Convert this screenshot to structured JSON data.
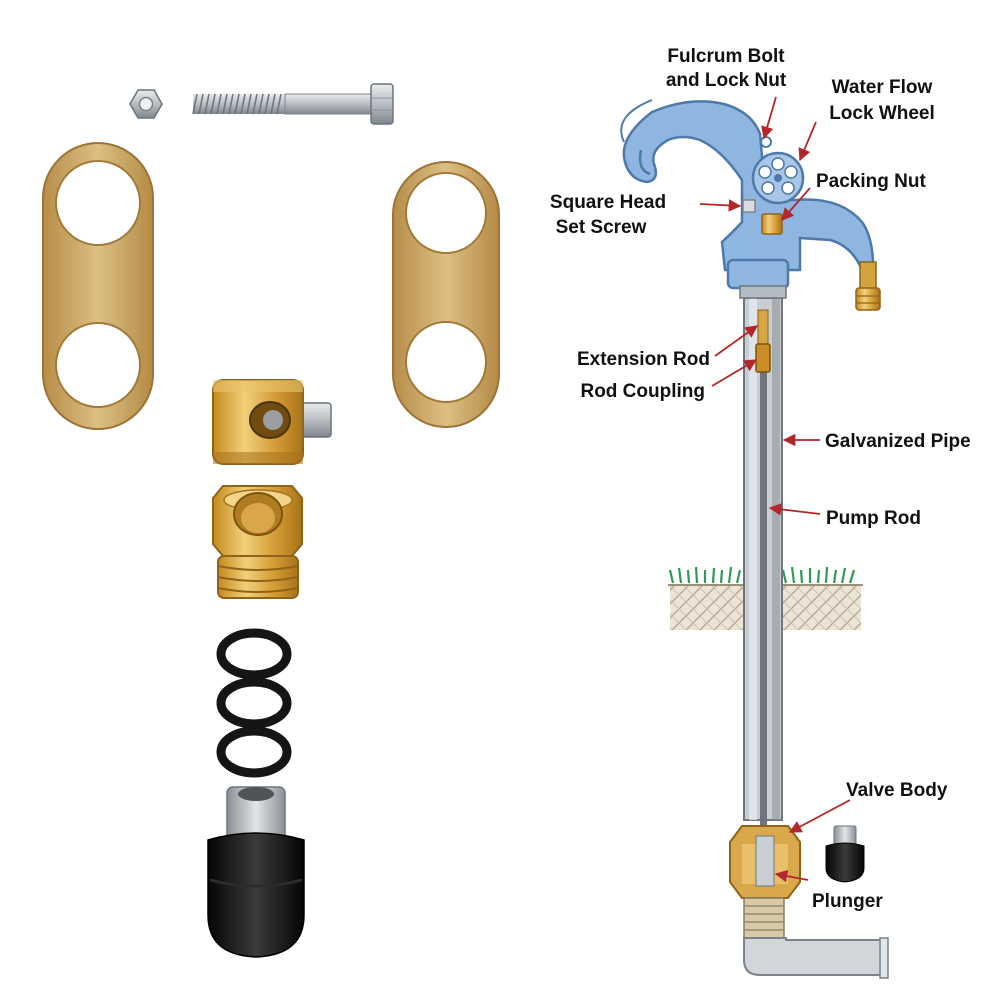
{
  "labels": {
    "fulcrum_bolt": [
      "Fulcrum Bolt",
      "and Lock Nut"
    ],
    "water_flow": [
      "Water Flow",
      "Lock Wheel"
    ],
    "packing_nut": "Packing Nut",
    "square_head": [
      "Square Head",
      "Set Screw"
    ],
    "extension_rod": "Extension Rod",
    "rod_coupling": "Rod Coupling",
    "galvanized_pipe": "Galvanized Pipe",
    "pump_rod": "Pump Rod",
    "valve_body": "Valve Body",
    "plunger": "Plunger"
  },
  "colors": {
    "brass": "#c9a35f",
    "brass_dark": "#a9803e",
    "pump_blue": "#8fb6e0",
    "pump_blue_dark": "#4f79a8",
    "pipe_gray": "#9aa1a8",
    "arrow_red": "#b3262c",
    "grass_green": "#2e9b52",
    "rubber_black": "#141414"
  },
  "icons": [
    "hex-nut-icon",
    "bolt-icon",
    "lock-bracket-icon",
    "set-screw-coupling-icon",
    "packing-nut-icon",
    "o-ring-icon",
    "plunger-cup-icon",
    "pump-head-icon",
    "lock-wheel-icon",
    "valve-body-icon"
  ]
}
